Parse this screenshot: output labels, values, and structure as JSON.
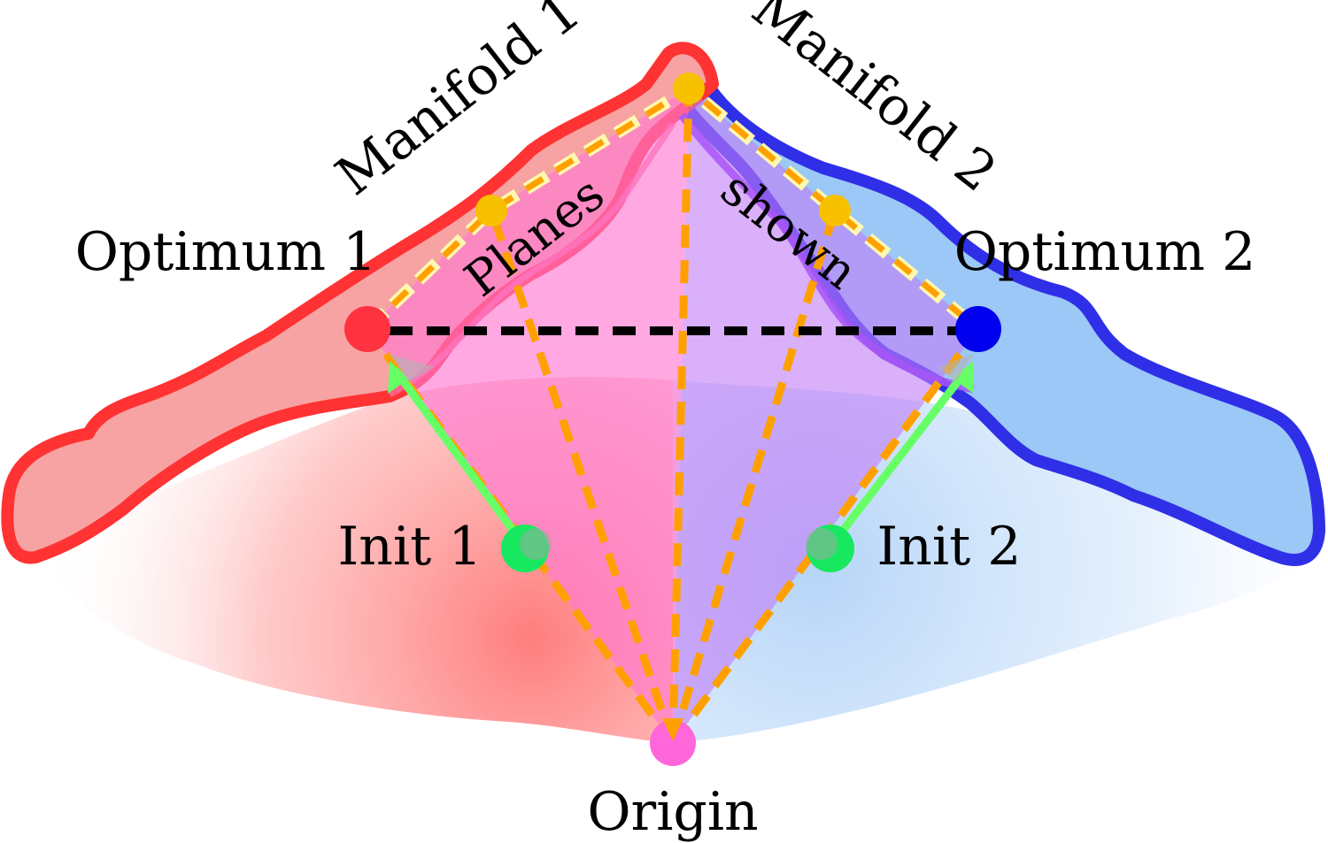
{
  "labels": {
    "manifold_1": "Manifold 1",
    "manifold_2": "Manifold 2",
    "optimum_1": "Optimum 1",
    "optimum_2": "Optimum 2",
    "planes": "Planes",
    "shown": "shown",
    "init_1": "Init 1",
    "init_2": "Init 2",
    "origin": "Origin"
  },
  "colors": {
    "manifold_1": "#ff3333",
    "manifold_1_fill": "#f7a3a3",
    "manifold_2": "#2f2fe8",
    "manifold_2_fill": "#9cc8f7",
    "optimum_1": "#ff3340",
    "optimum_2": "#0000ee",
    "init_point": "#17e860",
    "origin_point": "#ff66d9",
    "plane_point": "#f7c100",
    "plane_edge": "#ffa000",
    "interpolation_line": "#000000",
    "init_arrow": "#66ff66"
  }
}
